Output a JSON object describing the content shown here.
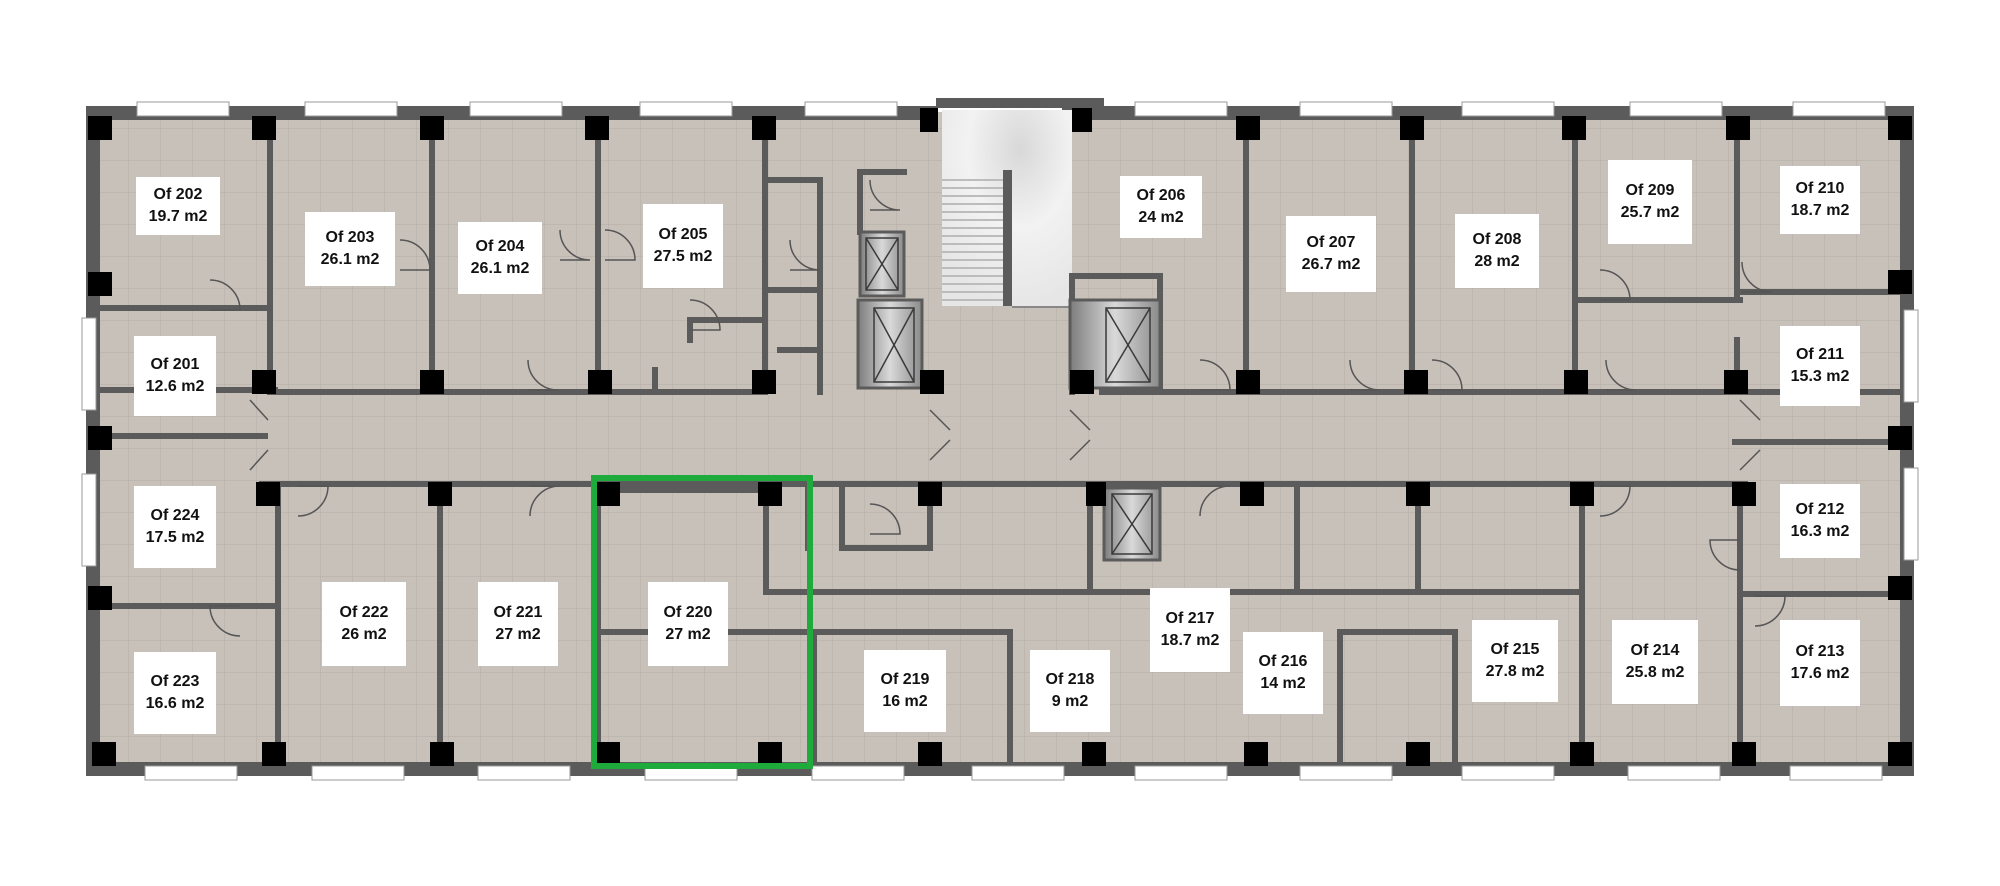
{
  "floor": {
    "wall_color": "#5b5b5b",
    "floor_color": "#c7c0b9",
    "tile_line_color": "#b6aea6",
    "pillar_color": "#000000",
    "window_color": "#ffffff",
    "highlight_color": "#1faa3c"
  },
  "offices": [
    {
      "id": "of-202",
      "name": "Of 202",
      "area": "19.7 m2"
    },
    {
      "id": "of-203",
      "name": "Of 203",
      "area": "26.1 m2"
    },
    {
      "id": "of-204",
      "name": "Of 204",
      "area": "26.1 m2"
    },
    {
      "id": "of-205",
      "name": "Of 205",
      "area": "27.5 m2"
    },
    {
      "id": "of-206",
      "name": "Of 206",
      "area": "24 m2"
    },
    {
      "id": "of-207",
      "name": "Of 207",
      "area": "26.7 m2"
    },
    {
      "id": "of-208",
      "name": "Of 208",
      "area": "28 m2"
    },
    {
      "id": "of-209",
      "name": "Of 209",
      "area": "25.7 m2"
    },
    {
      "id": "of-210",
      "name": "Of 210",
      "area": "18.7 m2"
    },
    {
      "id": "of-201",
      "name": "Of 201",
      "area": "12.6 m2"
    },
    {
      "id": "of-211",
      "name": "Of 211",
      "area": "15.3 m2"
    },
    {
      "id": "of-224",
      "name": "Of 224",
      "area": "17.5 m2"
    },
    {
      "id": "of-212",
      "name": "Of 212",
      "area": "16.3 m2"
    },
    {
      "id": "of-222",
      "name": "Of 222",
      "area": "26 m2"
    },
    {
      "id": "of-221",
      "name": "Of 221",
      "area": "27 m2"
    },
    {
      "id": "of-220",
      "name": "Of 220",
      "area": "27 m2"
    },
    {
      "id": "of-217",
      "name": "Of 217",
      "area": "18.7 m2"
    },
    {
      "id": "of-223",
      "name": "Of 223",
      "area": "16.6 m2"
    },
    {
      "id": "of-219",
      "name": "Of 219",
      "area": "16 m2"
    },
    {
      "id": "of-218",
      "name": "Of 218",
      "area": "9 m2"
    },
    {
      "id": "of-216",
      "name": "Of 216",
      "area": "14 m2"
    },
    {
      "id": "of-215",
      "name": "Of 215",
      "area": "27.8 m2"
    },
    {
      "id": "of-214",
      "name": "Of 214",
      "area": "25.8 m2"
    },
    {
      "id": "of-213",
      "name": "Of 213",
      "area": "17.6 m2"
    }
  ]
}
